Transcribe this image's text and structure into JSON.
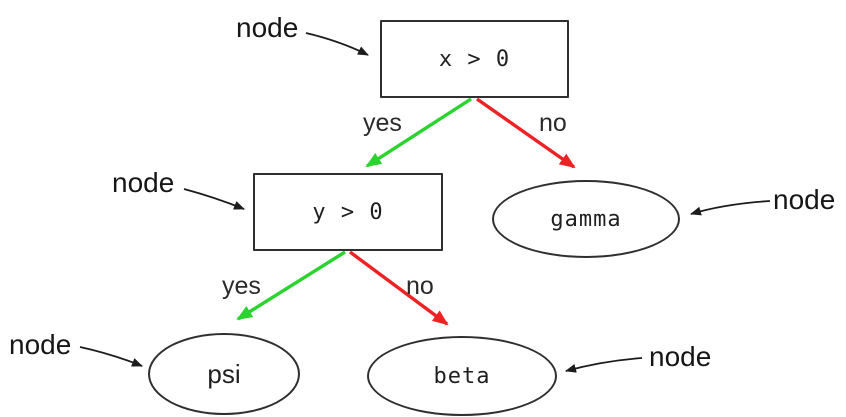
{
  "colors": {
    "yes_edge": "#2ad32e",
    "no_edge": "#ee2224",
    "pointer": "#1c1c1c",
    "node_border": "#2f2f2f"
  },
  "nodes": {
    "root": {
      "label": "x > 0",
      "shape": "box"
    },
    "ytest": {
      "label": "y > 0",
      "shape": "box"
    },
    "gamma": {
      "label": "gamma",
      "shape": "ellipse"
    },
    "psi": {
      "label": "psi",
      "shape": "ellipse"
    },
    "beta": {
      "label": "beta",
      "shape": "ellipse"
    }
  },
  "edges": {
    "root_yes": {
      "label": "yes",
      "color": "#2ad32e"
    },
    "root_no": {
      "label": "no",
      "color": "#ee2224"
    },
    "ytest_yes": {
      "label": "yes",
      "color": "#2ad32e"
    },
    "ytest_no": {
      "label": "no",
      "color": "#ee2224"
    }
  },
  "annotations": {
    "node_label": "node"
  }
}
